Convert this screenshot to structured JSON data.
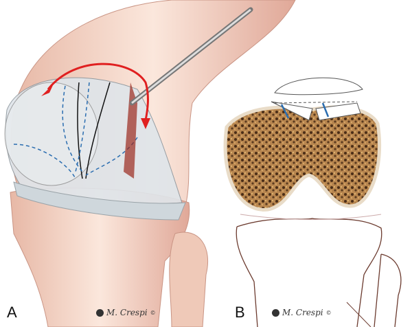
{
  "panels": [
    {
      "label": "A",
      "signature": "M. Crespi",
      "copyright": "©"
    },
    {
      "label": "B",
      "signature": "M. Crespi",
      "copyright": "©"
    }
  ],
  "colors": {
    "bone": "#f1d2c2",
    "cartilage": "#dfe6ea",
    "arrow": "#e02020",
    "guide_lines": "#2a6db0",
    "cancellous": "#a8794a",
    "outline": "#6b3a2e"
  }
}
